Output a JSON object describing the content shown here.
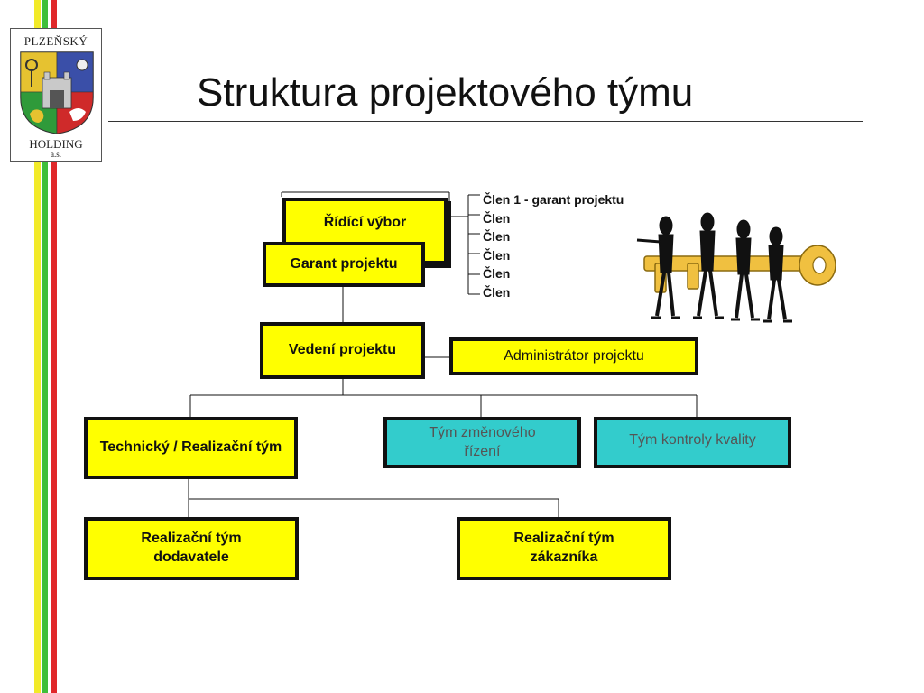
{
  "logo": {
    "top_text": "PLZEŇSKÝ",
    "bottom_text": "HOLDING",
    "sub_text": "a.s."
  },
  "slide": {
    "title": "Struktura projektového týmu"
  },
  "org": {
    "steering": "Řídící výbor",
    "guarantor": "Garant projektu",
    "management": "Vedení projektu",
    "administrator": "Administrátor projektu",
    "technical_team": "Technický / Realizační tým",
    "change_team": "Tým změnového řízení",
    "quality_team": "Tým kontroly kvality",
    "supplier_team": "Realizační tým dodavatele",
    "customer_team": "Realizační tým zákazníka"
  },
  "members": [
    "Člen 1 - garant projektu",
    "Člen",
    "Člen",
    "Člen",
    "Člen",
    "Člen"
  ],
  "colors": {
    "box_fill": "#ffff00",
    "box_fill_alt": "#33cccc",
    "stripe_yellow": "#f2ea28",
    "stripe_green": "#3fbf3a",
    "stripe_red": "#e0282a"
  },
  "icons": [
    "coat-of-arms-icon",
    "people-carrying-key-icon"
  ]
}
